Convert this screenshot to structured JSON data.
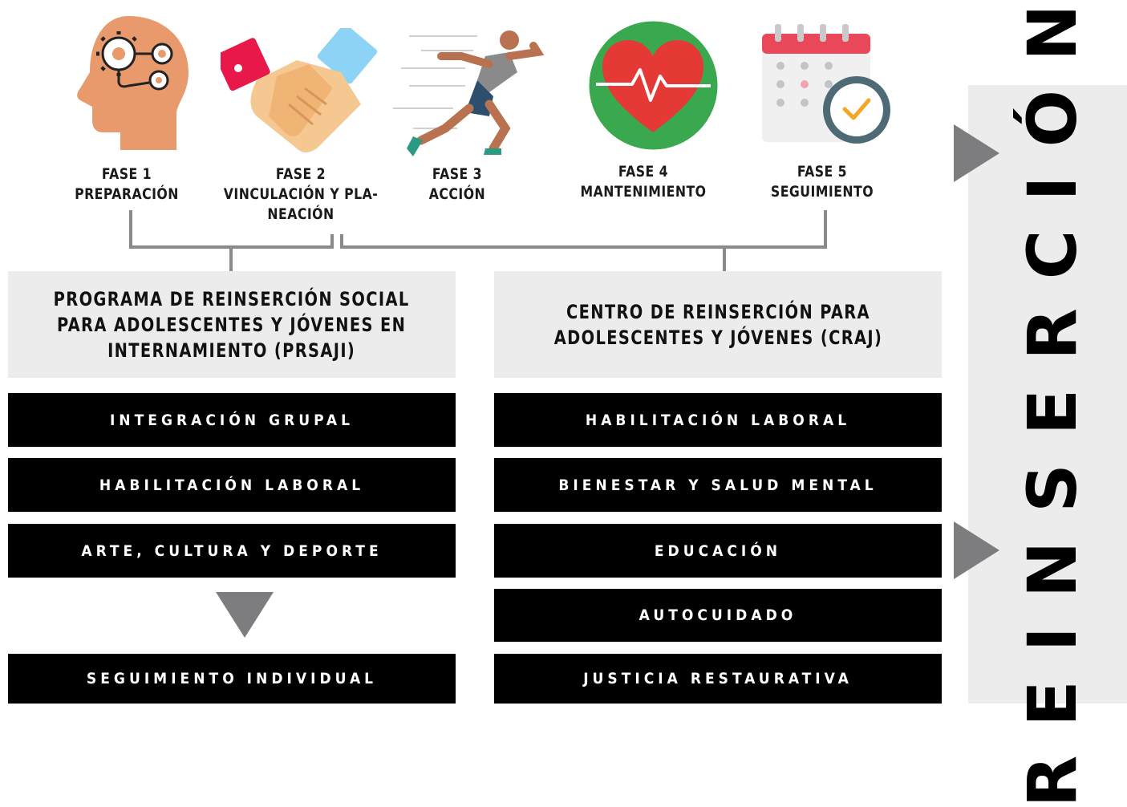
{
  "phases": [
    {
      "title": "FASE 1",
      "name": "PREPARACIÓN",
      "icon": "head-gears-icon"
    },
    {
      "title": "FASE 2",
      "name_line1": "VINCULACIÓN Y PLA-",
      "name_line2": "NEACIÓN",
      "icon": "handshake-icon"
    },
    {
      "title": "FASE 3",
      "name": "ACCIÓN",
      "icon": "runner-icon"
    },
    {
      "title": "FASE 4",
      "name": "MANTENIMIENTO",
      "icon": "heart-pulse-icon"
    },
    {
      "title": "FASE 5",
      "name": "SEGUIMIENTO",
      "icon": "calendar-clock-icon"
    }
  ],
  "programs": {
    "left": {
      "title_line1": "PROGRAMA DE REINSERCIÓN SOCIAL",
      "title_line2": "PARA ADOLESCENTES Y JÓVENES EN",
      "title_line3": "INTERNAMIENTO (PRSAJI)",
      "items": [
        "INTEGRACIÓN GRUPAL",
        "HABILITACIÓN LABORAL",
        "ARTE, CULTURA Y DEPORTE"
      ],
      "final_item": "SEGUIMIENTO INDIVIDUAL"
    },
    "right": {
      "title_line1": "CENTRO DE REINSERCIÓN PARA",
      "title_line2": "ADOLESCENTES Y JÓVENES (CRAJ)",
      "items": [
        "HABILITACIÓN LABORAL",
        "BIENESTAR Y SALUD MENTAL",
        "EDUCACIÓN",
        "AUTOCUIDADO",
        "JUSTICIA RESTAURATIVA"
      ]
    }
  },
  "side_label": "REINSERCIÓN",
  "colors": {
    "connector": "#8a8a8a",
    "box_gray": "#ececec",
    "bar_black": "#000000",
    "arrow_gray": "#7d7d7f"
  }
}
